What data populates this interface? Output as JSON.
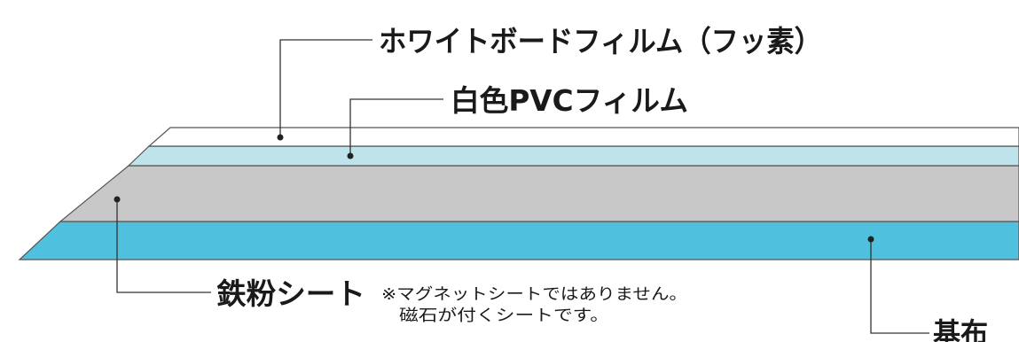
{
  "layers": {
    "top_film": {
      "label": "ホワイトボードフィルム（フッ素）",
      "color": "#ffffff"
    },
    "pvc_film": {
      "label": "白色PVCフィルム",
      "color": "#bfe3ea"
    },
    "iron_sheet": {
      "label": "鉄粉シート",
      "color": "#c8c8c8"
    },
    "base_cloth": {
      "label": "基布",
      "color": "#4fc0dd"
    }
  },
  "note": {
    "line1": "※マグネットシートではありません。",
    "line2": "磁石が付くシートです。"
  },
  "colors": {
    "outline": "#555555",
    "leader": "#333333",
    "text": "#1a1a1a"
  }
}
